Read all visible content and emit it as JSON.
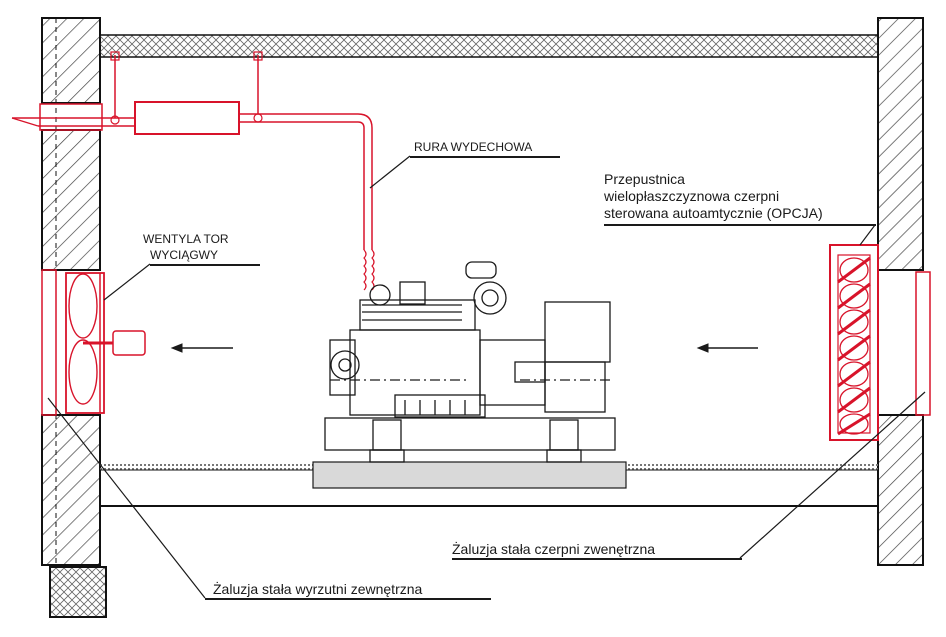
{
  "labels": {
    "exhaust_pipe": "RURA WYDECHOWA",
    "fan_line1": "WENTYLA TOR",
    "fan_line2": "WYCIĄGWY",
    "damper_line1": "Przepustnica",
    "damper_line2": "wielopłaszczyznowa czerpni",
    "damper_line3": "sterowana autoamtycznie (OPCJA)",
    "intake_louvre": "Żaluzja stała czerpni zwenętrzna",
    "exhaust_louvre": "Żaluzja stała wyrzutni zewnętrzna"
  },
  "colors": {
    "line": "#1a1a1a",
    "accent": "#d8132a",
    "hatch": "#555555",
    "floor": "#d9d9d9"
  },
  "icons": [
    "airflow-arrow-icon",
    "airflow-arrow-icon"
  ]
}
